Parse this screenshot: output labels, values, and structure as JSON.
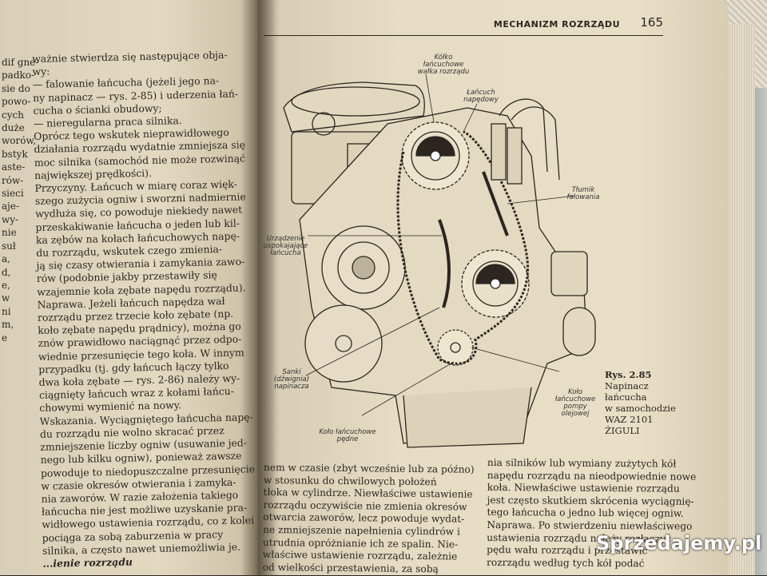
{
  "header": {
    "title": "MECHANIZM ROZRZĄDU",
    "page": "165"
  },
  "left_margin_fragments": [
    "dif gne-",
    "padko-",
    "sie do",
    "powo-",
    "cych",
    "duże",
    "worów,",
    "bstyk",
    "aste-",
    "rów-",
    "sieci",
    "aje-",
    "wy-",
    "nie",
    "suł",
    "a,",
    "d,",
    "e,",
    "w",
    "ni",
    "m,",
    "e"
  ],
  "left_column": [
    "ważnie stwierdza się następujące obja-",
    "wy:",
    "— falowanie łańcucha (jeżeli jego na-",
    "ny napinacz — rys. 2-85) i uderzenia łań-",
    "cucha o ścianki obudowy;",
    "— nieregularna praca silnika.",
    "Oprócz tego wskutek nieprawidłowego",
    "działania rozrządu wydatnie zmniejsza się",
    "moc silnika (samochód nie może rozwinąć",
    "największej prędkości).",
    "Przyczyny. Łańcuch w miarę coraz więk-",
    "szego zużycia ogniw i sworzni nadmiernie",
    "wydłuża się, co powoduje niekiedy nawet",
    "przeskakiwanie łańcucha o jeden lub kil-",
    "ka zębów na kołach łańcuchowych napę-",
    "du rozrządu, wskutek czego zmienia-",
    "ją się czasy otwierania i zamykania zawo-",
    "rów (podobnie jakby przestawiły się",
    "wzajemnie koła zębate napędu rozrządu).",
    "Naprawa. Jeżeli łańcuch napędza wał",
    "rozrządu przez trzecie koło zębate (np.",
    "koło zębate napędu prądnicy), można go",
    "znów prawidłowo naciągnąć przez odpo-",
    "wiednie przesunięcie tego koła. W innym",
    "przypadku (tj. gdy łańcuch łączy tylko",
    "dwa koła zębate — rys. 2-86) należy wy-",
    "ciągnięty łańcuch wraz z kołami łańcu-",
    "chowymi wymienić na nowy.",
    "Wskazania. Wyciągniętego łańcucha napę-",
    "du rozrządu nie wolno skracać przez",
    "zmniejszenie liczby ogniw (usuwanie jed-",
    "nego lub kilku ogniw), ponieważ zawsze",
    "powoduje to niedopuszczalne przesunięcie",
    "w czasie okresów otwierania i zamyka-",
    "nia zaworów. W razie założenia takiego",
    "łańcucha nie jest możliwe uzyskanie pra-",
    "widłowego ustawienia rozrządu, co z kolei",
    "pociąga za sobą zaburzenia w pracy",
    "silnika, a często nawet uniemożliwia je.",
    "",
    "...ienie rozrządu"
  ],
  "figure_labels": {
    "kolko": "Kółko łańcuchowe wałka rozrządu",
    "lancuch": "Łańcuch napędowy",
    "tlumik": "Tłumik falowania",
    "uspokajacz": "Urządzenie uspokajające łańcucha",
    "sanki": "Sanki (dźwignia) napinacza",
    "kolo_pompy": "Koło łańcuchowe pompy olejowej",
    "kolo_pedne": "Koło łańcuchowe pędne"
  },
  "caption": [
    "Rys. 2.85",
    "Napinacz",
    "łańcucha",
    "w samochodzie",
    "WAZ 2101",
    "ŻIGULI"
  ],
  "right_col1": [
    "nem w czasie (zbyt wcześnie lub za późno)",
    "w stosunku do chwilowych położeń",
    "tłoka w cylindrze. Niewłaściwe ustawienie",
    "rozrządu oczywiście nie zmienia okresów",
    "otwarcia zaworów, lecz powoduje wydat-",
    "ne zmniejszenie napełnienia cylindrów i",
    "utrudnia opróżnianie ich ze spalin. Nie-",
    "właściwe ustawienie rozrządu, zależnie",
    "od wielkości przestawienia, za sobą"
  ],
  "right_col2": [
    "nia silników lub wymiany zużytych kół",
    "napędu rozrządu na nieodpowiednie nowe",
    "koła. Niewłaściwe ustawienie rozrządu",
    "jest często skutkiem skrócenia wyciągnię-",
    "tego łańcucha o jedno lub więcej ogniw.",
    "",
    "Naprawa. Po stwierdzeniu niewłaściwego",
    "ustawienia rozrządu należy rozłączyć",
    "pędu wału rozrządu i przestawić",
    "rozrządu według tych kół podać"
  ],
  "watermark": "Sprzedajemy.pl"
}
